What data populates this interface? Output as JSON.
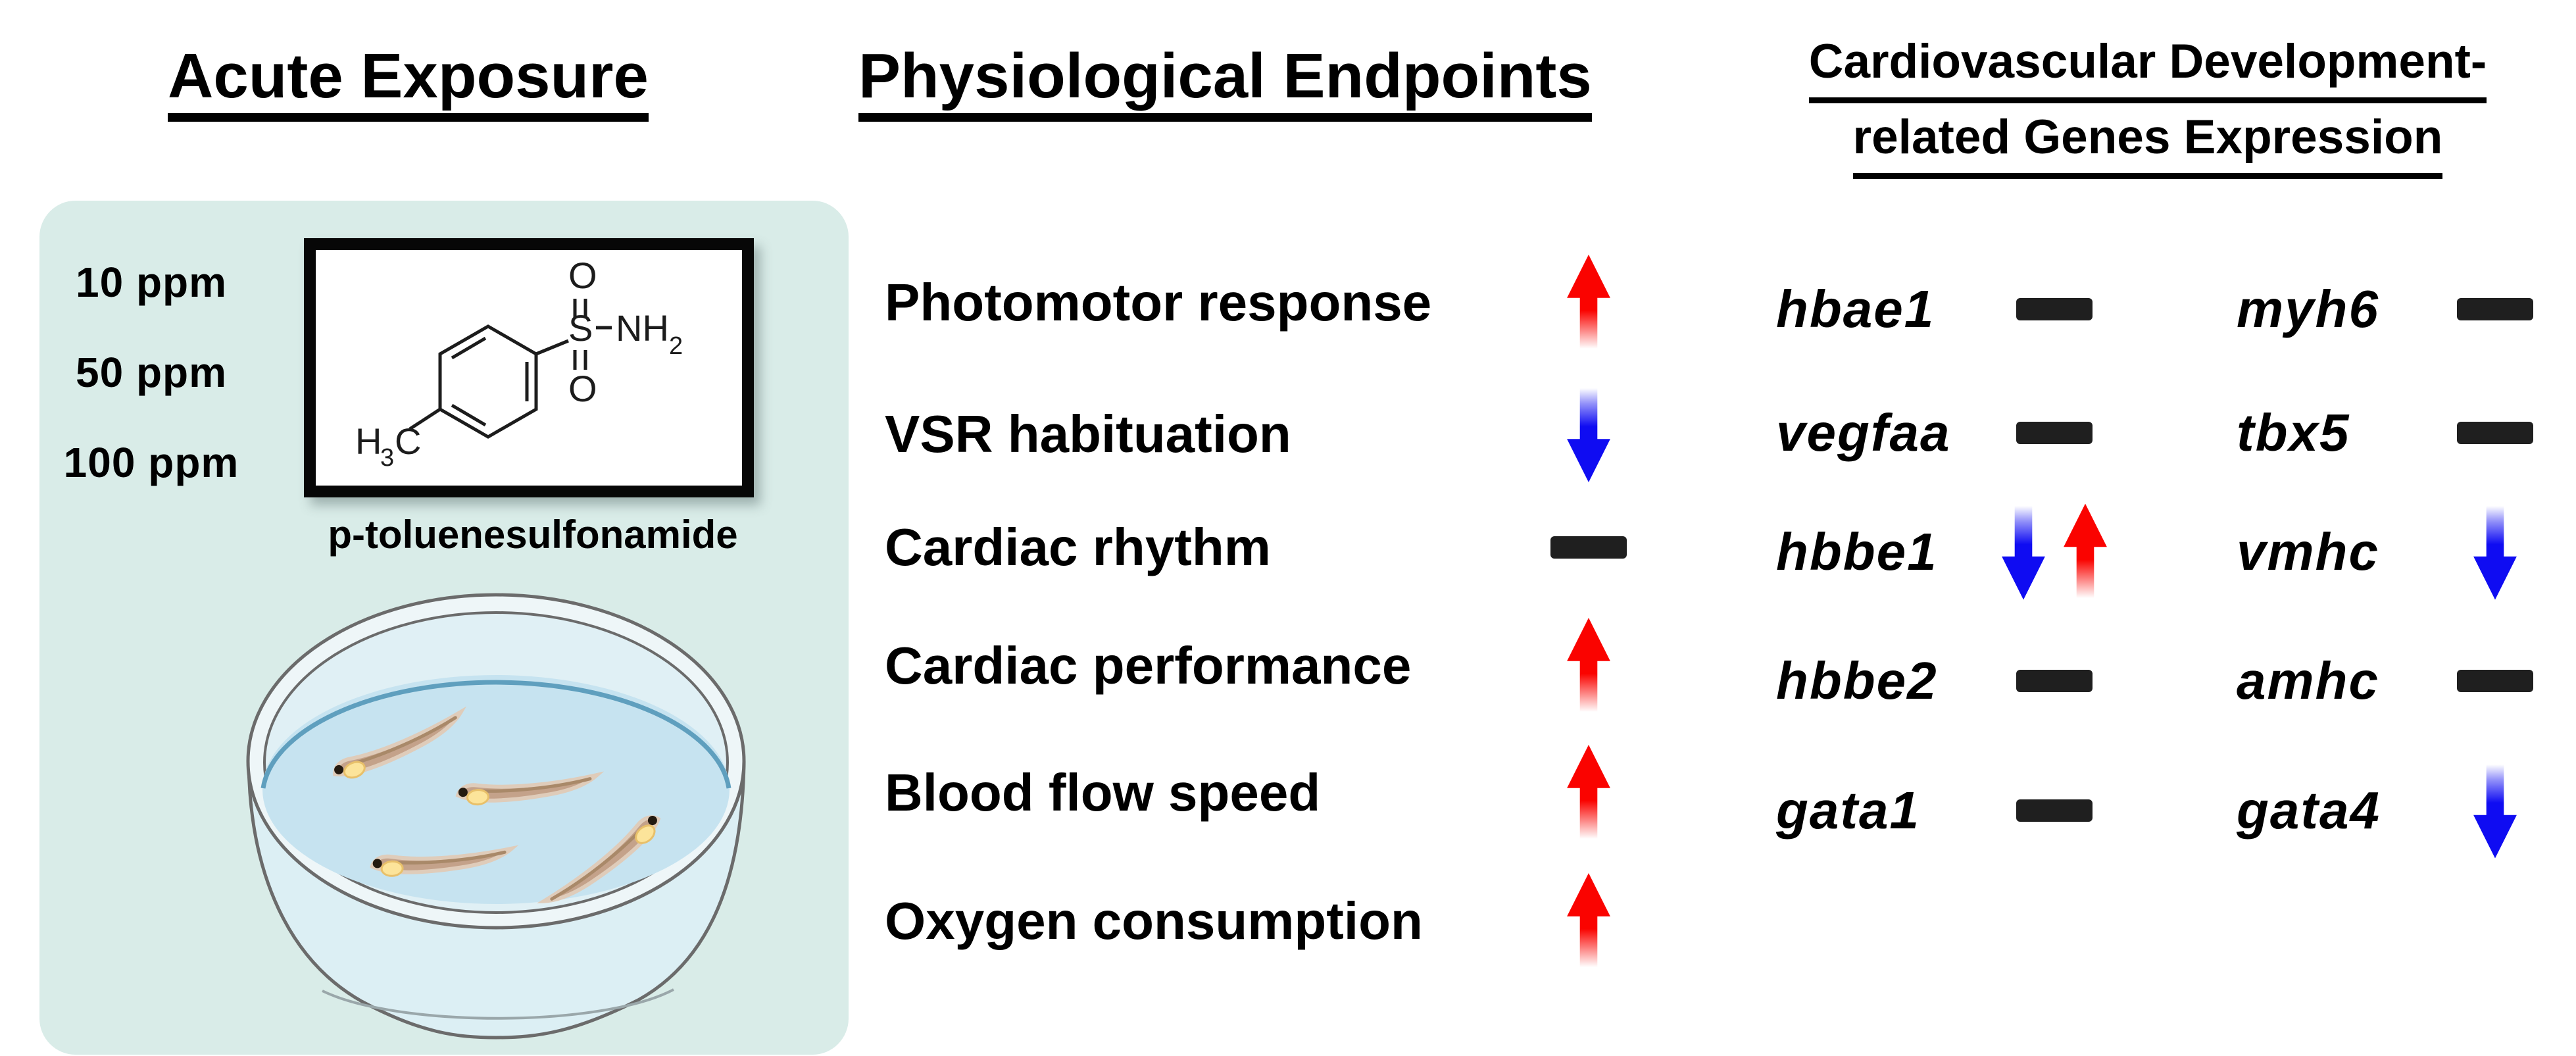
{
  "colors": {
    "increase_arrow": "#fa0300",
    "decrease_arrow": "#0f0cf2",
    "no_change_dash": "#1f1f1f",
    "panel_background": "#d9ece8",
    "dish_water": "#c6e3f0"
  },
  "icons": {
    "increase": "up-arrow-icon",
    "decrease": "down-arrow-icon",
    "no_change": "dash-icon",
    "organism": "zebrafish-larva-icon",
    "container": "petri-dish-icon",
    "molecule": "chemical-structure-icon"
  },
  "left_panel": {
    "title": "Acute Exposure",
    "concentrations": [
      "10 ppm",
      "50 ppm",
      "100 ppm"
    ],
    "compound": {
      "name": "p-toluenesulfonamide",
      "atoms": {
        "o_top": "O",
        "o_bottom": "O",
        "s": "S",
        "nh": "NH",
        "nh_sub": "2",
        "h": "H",
        "h_sub": "3",
        "c": "C"
      }
    }
  },
  "middle_panel": {
    "title": "Physiological Endpoints",
    "endpoints": [
      {
        "label": "Photomotor response",
        "change": "increase"
      },
      {
        "label": "VSR habituation",
        "change": "decrease"
      },
      {
        "label": "Cardiac rhythm",
        "change": "no-change"
      },
      {
        "label": "Cardiac performance",
        "change": "increase"
      },
      {
        "label": "Blood flow speed",
        "change": "increase"
      },
      {
        "label": "Oxygen consumption",
        "change": "increase"
      }
    ]
  },
  "right_panel": {
    "title_line1": "Cardiovascular Development-",
    "title_line2": "related Genes Expression",
    "gene_columns": [
      [
        {
          "label": "hbae1",
          "change": "no-change"
        },
        {
          "label": "vegfaa",
          "change": "no-change"
        },
        {
          "label": "hbbe1",
          "change": "decrease-increase"
        },
        {
          "label": "hbbe2",
          "change": "no-change"
        },
        {
          "label": "gata1",
          "change": "no-change"
        }
      ],
      [
        {
          "label": "myh6",
          "change": "no-change"
        },
        {
          "label": "tbx5",
          "change": "no-change"
        },
        {
          "label": "vmhc",
          "change": "decrease"
        },
        {
          "label": "amhc",
          "change": "no-change"
        },
        {
          "label": "gata4",
          "change": "decrease"
        }
      ]
    ]
  }
}
